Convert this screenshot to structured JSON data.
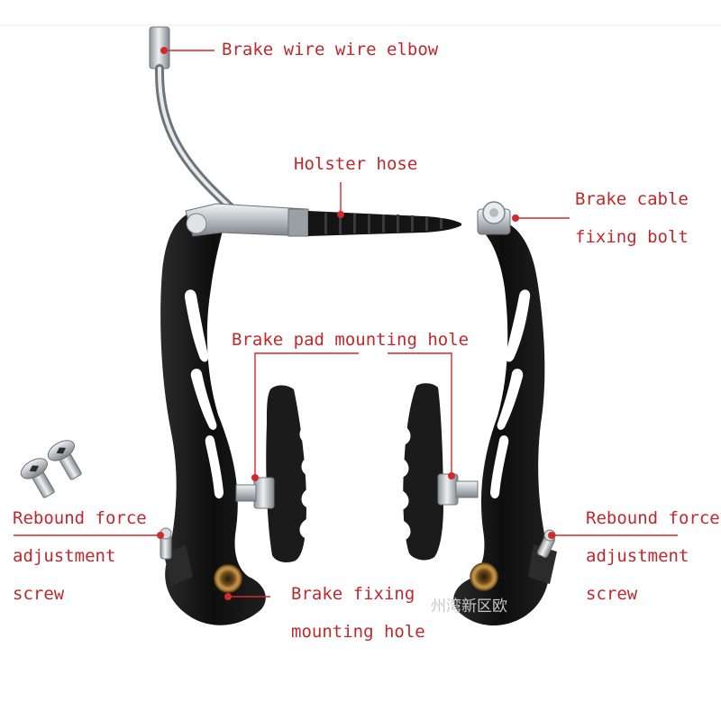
{
  "colors": {
    "label_text": "#c0282c",
    "leader_line": "#d12a2a",
    "caliper_arm": "#121212",
    "brake_pad": "#1b1b1b",
    "metal": "#c4c8cc",
    "bushing": "#b8863c",
    "background": "#ffffff"
  },
  "labels": {
    "brake_wire_elbow": "Brake wire wire elbow",
    "holster_hose": "Holster hose",
    "brake_cable_fixing_bolt": [
      "Brake cable",
      "fixing bolt"
    ],
    "brake_pad_mounting_hole": "Brake pad mounting hole",
    "rebound_left": [
      "Rebound force",
      "adjustment",
      "screw"
    ],
    "rebound_right": [
      "Rebound force",
      "adjustment",
      "screw"
    ],
    "brake_fixing_mounting_hole": [
      "Brake fixing",
      "mounting hole"
    ]
  },
  "watermark": "州湾新区欧"
}
